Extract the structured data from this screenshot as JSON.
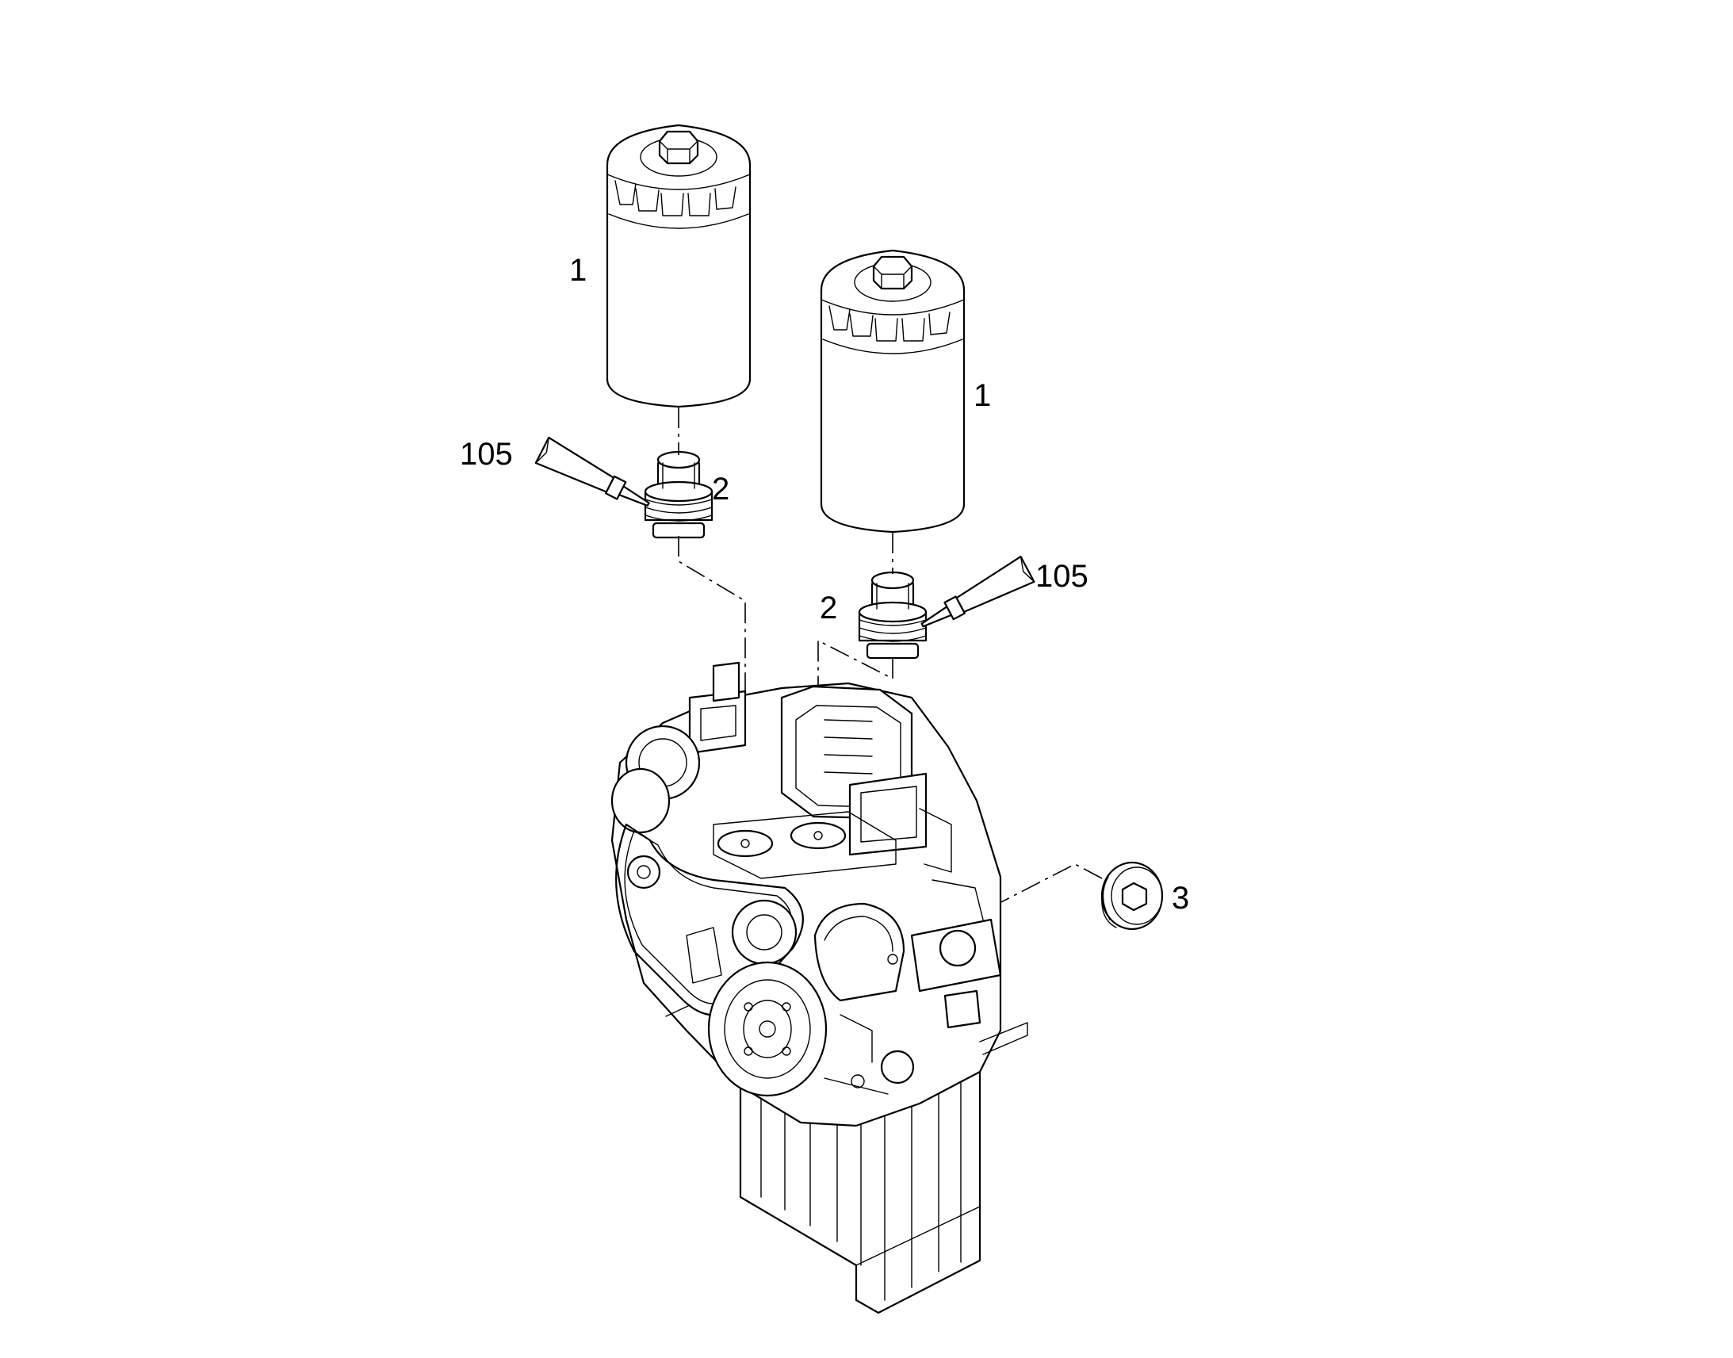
{
  "callouts": {
    "filter_left": "1",
    "filter_right": "1",
    "adapter_left": "2",
    "adapter_right": "2",
    "sealant_left": "105",
    "sealant_right": "105",
    "plug": "3"
  },
  "colors": {
    "line": "#000000",
    "background": "#ffffff"
  }
}
